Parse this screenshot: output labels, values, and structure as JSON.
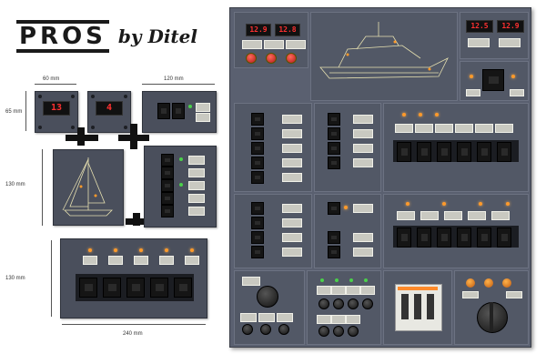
{
  "logo": {
    "brand": "PROS",
    "suffix": "by Ditel"
  },
  "dimensions": {
    "width_60": "60 mm",
    "width_120": "120 mm",
    "height_65": "65 mm",
    "height_130_top": "130 mm",
    "height_130_bottom": "130 mm",
    "width_240": "240 mm"
  },
  "panels": {
    "meter_a": "13",
    "meter_b": "4",
    "rack_meter_1": "12.9",
    "rack_meter_2": "12.8",
    "rack_meter_3": "12.5",
    "rack_meter_4": "12.9"
  },
  "colors": {
    "panel": "#4a4f5c",
    "rack": "#5a6070",
    "lcd_text": "#ff3030",
    "led": "#ff9a2a"
  },
  "icons": [
    "boat-icon",
    "sailboat-icon",
    "connector-icon"
  ]
}
